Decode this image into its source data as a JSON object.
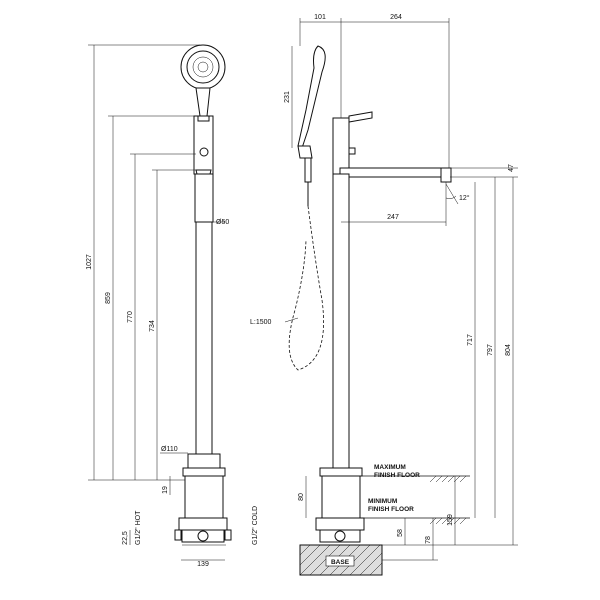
{
  "dimensions": {
    "total_height": "1027",
    "handshower_holder_height": "859",
    "mixer_height": "770",
    "spout_height": "734",
    "pipe_diameter": "Ø50",
    "base_diameter": "Ø110",
    "base_offset": "19",
    "handshower_offset": "101",
    "spout_reach_total": "264",
    "handshower_length": "231",
    "spout_height_top": "47",
    "spout_reach": "247",
    "spout_angle": "12°",
    "hose_length": "L:1500",
    "spout_outlet_height": "717",
    "height_797": "797",
    "height_804": "804",
    "floor_gap": "80",
    "min_floor_height": "159",
    "base_depth": "58",
    "base_total": "78",
    "connection_height": "22,5",
    "base_width": "139",
    "hot_connection": "G1/2\" HOT",
    "cold_connection": "G1/2\" COLD"
  },
  "labels": {
    "max_finish_floor_line1": "MAXIMUM",
    "max_finish_floor_line2": "FINISH FLOOR",
    "min_finish_floor_line1": "MINIMUM",
    "min_finish_floor_line2": "FINISH FLOOR",
    "base": "BASE"
  }
}
